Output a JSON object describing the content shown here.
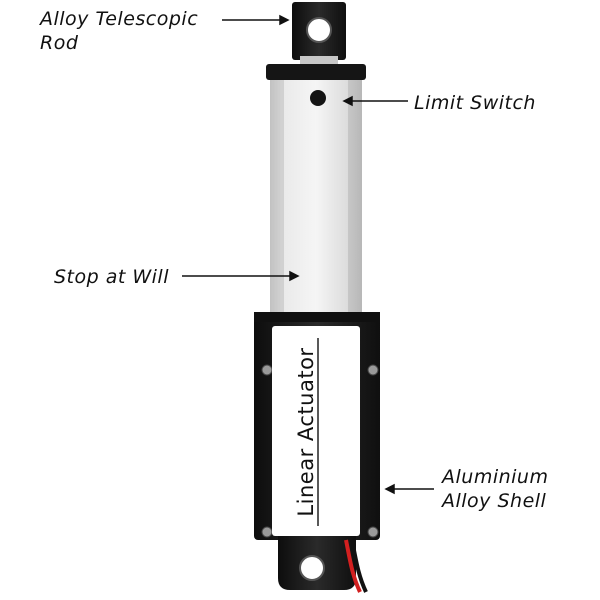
{
  "labels": {
    "rod_line1": "Alloy Telescopic",
    "rod_line2": "Rod",
    "limit_switch": "Limit Switch",
    "stop": "Stop at Will",
    "shell_line1": "Aluminium",
    "shell_line2": "Alloy Shell",
    "product": "Linear Actuator"
  },
  "colors": {
    "aluminium": "#e4e4e4",
    "body": "#1c1c1c",
    "label_card": "#ffffff",
    "text": "#111111"
  }
}
